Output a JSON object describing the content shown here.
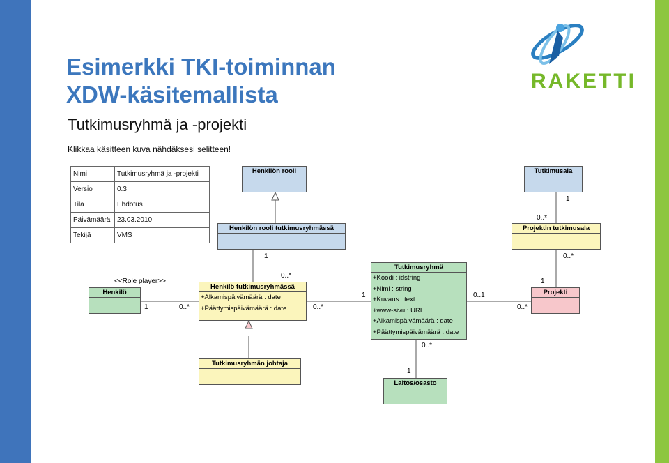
{
  "slide": {
    "title_line1": "Esimerkki TKI-toiminnan",
    "title_line2": "XDW-käsitemallista"
  },
  "logo": {
    "text": "RAKETTI",
    "icon": "rocket-orbit-icon"
  },
  "diagram": {
    "title": "Tutkimusryhmä ja -projekti",
    "hint": "Klikkaa käsitteen kuva nähdäksesi selitteen!",
    "meta": [
      {
        "key": "Nimi",
        "value": "Tutkimusryhmä ja -projekti"
      },
      {
        "key": "Versio",
        "value": "0.3"
      },
      {
        "key": "Tila",
        "value": "Ehdotus"
      },
      {
        "key": "Päivämäärä",
        "value": "23.03.2010"
      },
      {
        "key": "Tekijä",
        "value": "VMS"
      }
    ],
    "classes": {
      "henkilon_rooli": {
        "name": "Henkilön rooli"
      },
      "tutkimusala": {
        "name": "Tutkimusala"
      },
      "rooli_tr": {
        "name": "Henkilön rooli tutkimusryhmässä"
      },
      "projektin_ala": {
        "name": "Projektin tutkimusala"
      },
      "henkilo": {
        "name": "Henkilö"
      },
      "henkilo_tr": {
        "name": "Henkilö tutkimusryhmässä",
        "attrs": [
          "+Alkamispäivämäärä : date",
          "+Päättymispäivämäärä : date"
        ]
      },
      "tutkimusryhma": {
        "name": "Tutkimusryhmä",
        "attrs": [
          "+Koodi : idstring",
          "+Nimi : string",
          "+Kuvaus : text",
          "+www-sivu : URL",
          "+Alkamispäivämäärä : date",
          "+Päättymispäivämäärä : date"
        ]
      },
      "projekti": {
        "name": "Projekti"
      },
      "johtaja": {
        "name": "Tutkimusryhmän johtaja"
      },
      "laitos": {
        "name": "Laitos/osasto"
      }
    },
    "stereotype": "<<Role player>>",
    "multiplicities": {
      "rooli_tr_1": "1",
      "rooli_tr_many": "0..*",
      "henkilo_1": "1",
      "henkilo_many": "0..*",
      "htr_many": "0..*",
      "tr_1": "1",
      "tr_projekti": "0..1",
      "projekti_many": "0..*",
      "tutkimusala_1": "1",
      "pta_many": "0..*",
      "pta_projekti_many": "0..*",
      "projekti_1": "1",
      "tr_laitos_many": "0..*",
      "laitos_1": "1"
    }
  }
}
